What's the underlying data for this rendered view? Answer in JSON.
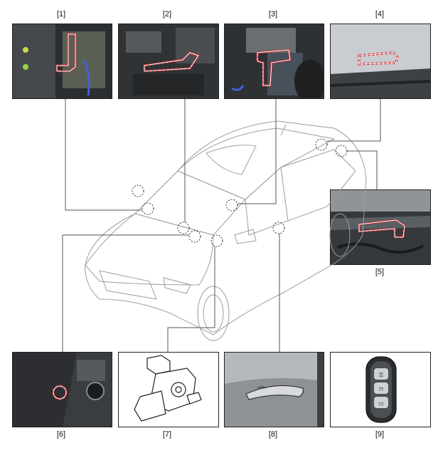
{
  "labels": {
    "p1": "[1]",
    "p2": "[2]",
    "p3": "[3]",
    "p4": "[4]",
    "p5": "[5]",
    "p6": "[6]",
    "p7": "[7]",
    "p8": "[8]",
    "p9": "[9]"
  },
  "colors": {
    "highlight": "#d2232a",
    "outline": "#222222",
    "leader": "#555555"
  }
}
